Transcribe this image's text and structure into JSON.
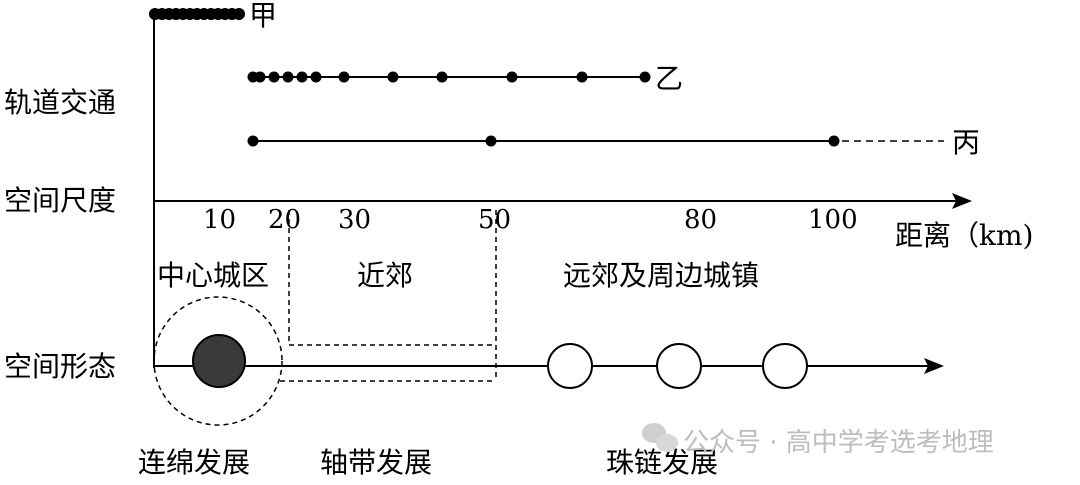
{
  "labels": {
    "rail": "轨道交通",
    "scale": "空间尺度",
    "form": "空间形态",
    "distance": "距离（km)"
  },
  "lines": [
    {
      "name": "甲",
      "stations_km": [
        0,
        1,
        2,
        3,
        4,
        5,
        6,
        7,
        8,
        9,
        10,
        11,
        12
      ]
    },
    {
      "name": "乙",
      "stations_km": [
        14,
        15,
        17,
        19,
        21,
        23,
        27,
        34,
        41,
        51,
        61,
        70
      ]
    },
    {
      "name": "丙",
      "stations_km": [
        14,
        48,
        97
      ],
      "dashed_extension": true
    }
  ],
  "ticks": [
    "10",
    "20",
    "30",
    "50",
    "80",
    "100"
  ],
  "zones": [
    "中心城区",
    "近郊",
    "远郊及周边城镇"
  ],
  "patterns": [
    "连绵发展",
    "轴带发展",
    "珠链发展"
  ],
  "watermark": "公众号 · 高中学考选考地理"
}
